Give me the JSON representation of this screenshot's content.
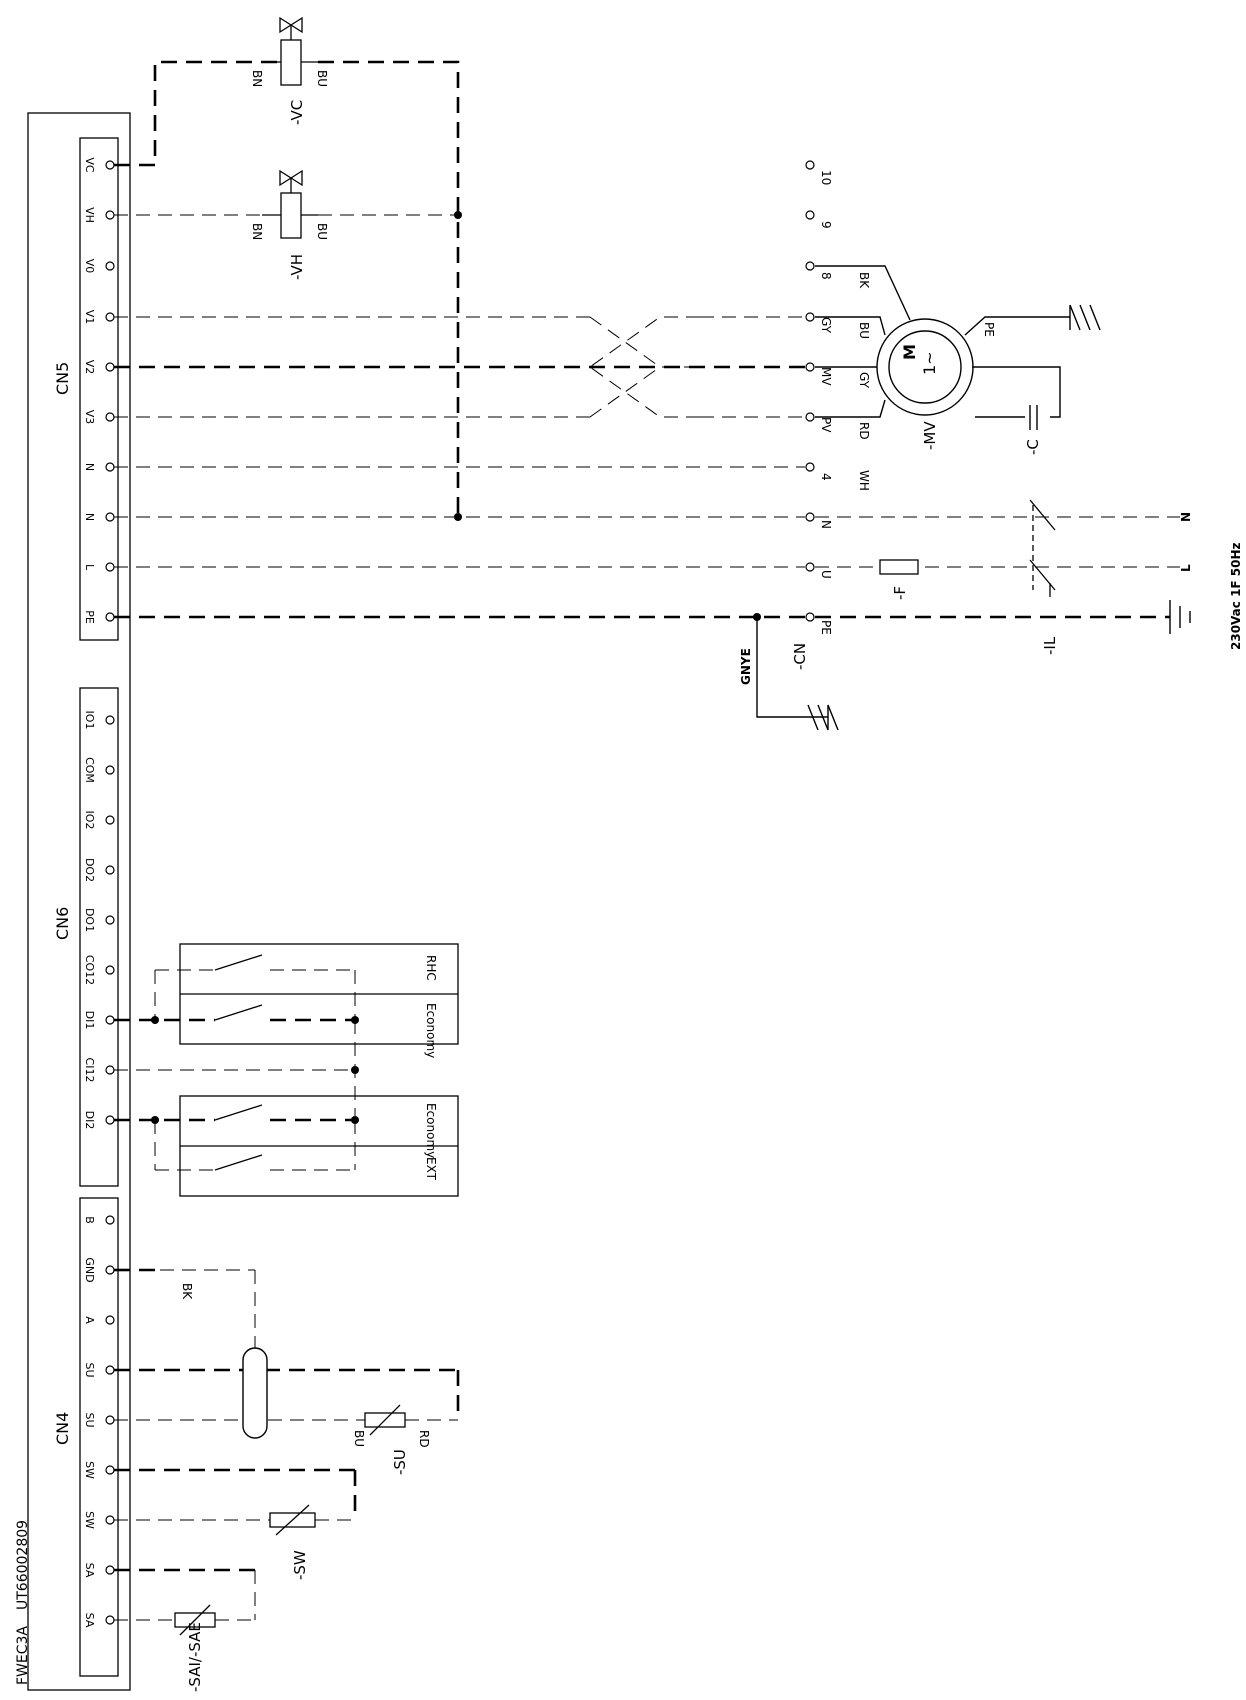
{
  "document": {
    "model": "FWEC3A",
    "code": "UT66002809"
  },
  "connectors": {
    "cn4": {
      "name": "CN4",
      "pins": [
        "SA",
        "SA",
        "SW",
        "SW",
        "SU",
        "SU",
        "A",
        "GND",
        "B"
      ]
    },
    "cn6": {
      "name": "CN6",
      "pins": [
        "DI2",
        "CI12",
        "DI1",
        "CO12",
        "DO1",
        "DO2",
        "IO2",
        "COM",
        "IO1"
      ]
    },
    "cn5": {
      "name": "CN5",
      "pins": [
        "PE",
        "L",
        "N",
        "N",
        "V3",
        "V2",
        "V1",
        "V0",
        "VH",
        "VC"
      ]
    }
  },
  "contacts": {
    "upper_box": [
      "RHC",
      "Economy"
    ],
    "lower_box": [
      "Economy",
      "EXT"
    ]
  },
  "valves": {
    "vc": {
      "tag": "-VC",
      "left_wire": "BN",
      "right_wire": "BU"
    },
    "vh": {
      "tag": "-VH",
      "left_wire": "BN",
      "right_wire": "BU"
    }
  },
  "motor": {
    "tag": "-MV",
    "symbol": "M",
    "phase": "1~",
    "capacitor": "-C",
    "pe_label": "PE",
    "terminals": [
      {
        "num": "10",
        "wire": ""
      },
      {
        "num": "9",
        "wire": ""
      },
      {
        "num": "8",
        "wire": "BK"
      },
      {
        "num": "GY",
        "wire": "BU"
      },
      {
        "num": "MV",
        "wire": "GY"
      },
      {
        "num": "PV",
        "wire": "RD"
      },
      {
        "num": "4",
        "wire": "WH"
      }
    ]
  },
  "terminal_block": {
    "tag": "-CN",
    "labels": [
      "N",
      "U",
      "PE"
    ],
    "ground_wire": "GNYE"
  },
  "fuse": {
    "tag": "-F"
  },
  "main_switch": {
    "tag": "-IL"
  },
  "power": {
    "n": "N",
    "l": "L",
    "supply": "230Vac 1F 50Hz"
  },
  "sensors": {
    "su": {
      "tag": "-SU",
      "wire_a": "BU",
      "wire_b": "RD"
    },
    "sw": {
      "tag": "-SW"
    },
    "sa": {
      "tag": "-SAI/-SAE"
    },
    "shield_wire": "BK"
  }
}
